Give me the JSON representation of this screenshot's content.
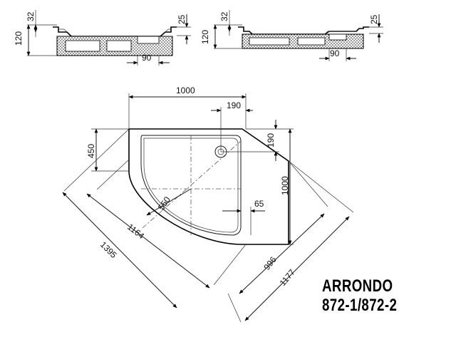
{
  "product": {
    "name": "ARRONDO",
    "model": "872-1/872-2"
  },
  "dimensions": {
    "depth_left": "120",
    "rim_left": "32",
    "rim_right_left": "25",
    "waste_left": "90",
    "depth_right": "120",
    "rim_right": "32",
    "rim_right_right": "25",
    "waste_right": "90",
    "width_top": "1000",
    "waste_offset_x": "190",
    "waste_offset_y": "190",
    "height_right": "1000",
    "side_straight": "450",
    "radius": "550",
    "inner_edge": "65",
    "diag_inner": "1164",
    "diag_outer": "1395",
    "diag_right_inner": "996",
    "diag_right_outer": "1177"
  }
}
